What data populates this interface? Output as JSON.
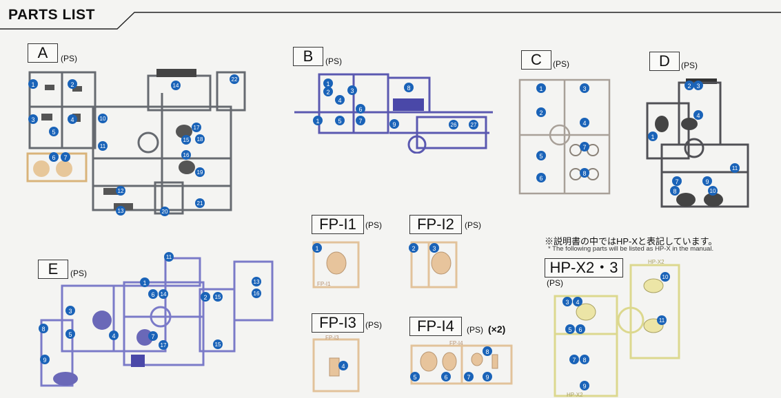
{
  "title": "PARTS LIST",
  "runners": {
    "A": {
      "label": "A",
      "ps": "(PS)",
      "parts": [
        "1",
        "2",
        "3",
        "4",
        "5",
        "6",
        "7",
        "10",
        "11",
        "12",
        "13",
        "14",
        "15",
        "16",
        "17",
        "18",
        "19",
        "20",
        "21",
        "22"
      ],
      "color": "#666a70"
    },
    "B": {
      "label": "B",
      "ps": "(PS)",
      "parts": [
        "1",
        "2",
        "3",
        "4",
        "5",
        "6",
        "7",
        "8",
        "9",
        "26",
        "27"
      ],
      "color": "#5a58b0"
    },
    "C": {
      "label": "C",
      "ps": "(PS)",
      "parts": [
        "1",
        "2",
        "3",
        "4",
        "5",
        "6",
        "7",
        "8"
      ],
      "color": "#a8a098"
    },
    "D": {
      "label": "D",
      "ps": "(PS)",
      "parts": [
        "1",
        "2",
        "3",
        "4",
        "7",
        "8",
        "9",
        "10",
        "11"
      ],
      "color": "#505055"
    },
    "E": {
      "label": "E",
      "ps": "(PS)",
      "parts": [
        "1",
        "2",
        "3",
        "4",
        "5",
        "6",
        "7",
        "8",
        "9",
        "11",
        "13",
        "14",
        "15",
        "16",
        "17"
      ],
      "color": "#7a7ac8"
    },
    "FP-I1": {
      "label": "FP-I1",
      "ps": "(PS)",
      "parts": [
        "1"
      ],
      "color": "#e2c29a"
    },
    "FP-I2": {
      "label": "FP-I2",
      "ps": "(PS)",
      "parts": [
        "2",
        "3"
      ],
      "color": "#e2c29a"
    },
    "FP-I3": {
      "label": "FP-I3",
      "ps": "(PS)",
      "parts": [
        "4"
      ],
      "color": "#e2c29a"
    },
    "FP-I4": {
      "label": "FP-I4",
      "ps": "(PS)",
      "qty": "(×2)",
      "parts": [
        "5",
        "6",
        "7",
        "8",
        "9"
      ],
      "color": "#e2c29a"
    },
    "HP-X2-3": {
      "label": "HP-X2・3",
      "ps": "(PS)",
      "parts": [
        "3",
        "4",
        "5",
        "6",
        "7",
        "8",
        "9",
        "10",
        "11"
      ],
      "color": "#dcd88e"
    }
  },
  "note_jp": "※説明書の中ではHP-Xと表記しています。",
  "note_en": "* The following parts will be listed as HP-X in the manual.",
  "runner_tags": {
    "fp_i1": "FP-I1",
    "fp_i3": "FP-I3",
    "fp_i4": "FP-I4",
    "hp_x2": "HP-X2"
  },
  "colors": {
    "badge": "#1a63b8",
    "badge_text": "#ffffff"
  }
}
